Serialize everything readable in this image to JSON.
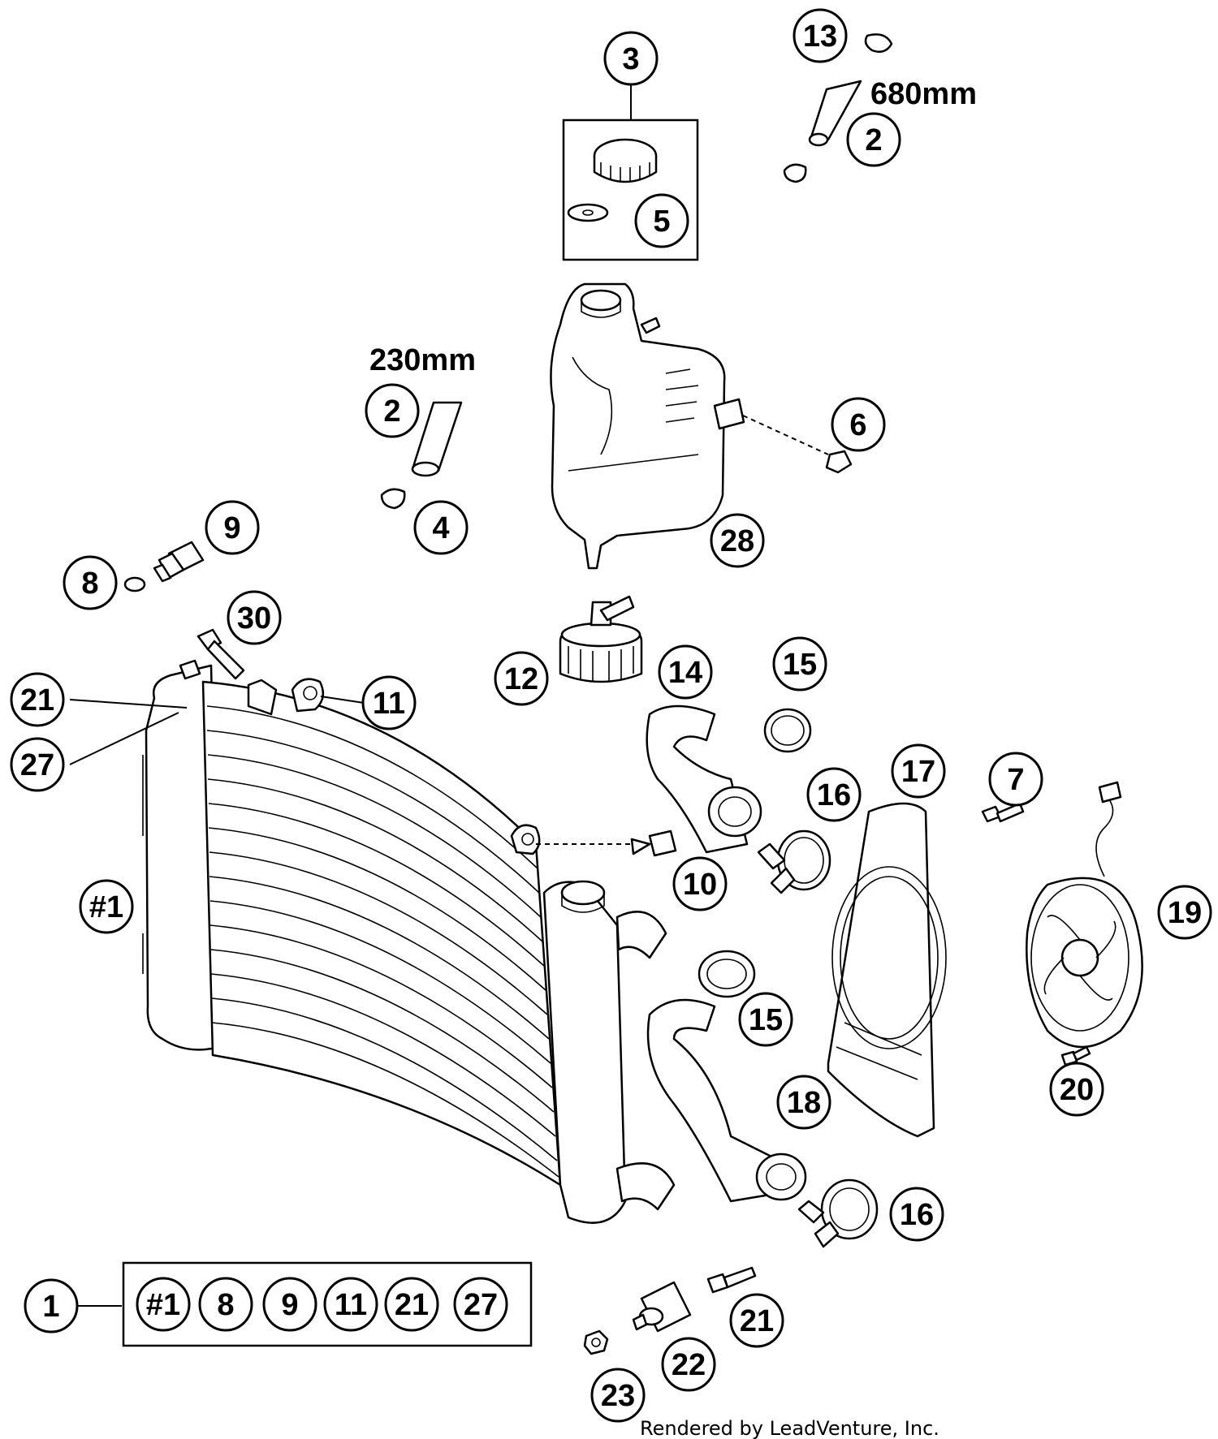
{
  "diagram": {
    "callouts": [
      {
        "id": "c3",
        "label": "3"
      },
      {
        "id": "c5",
        "label": "5"
      },
      {
        "id": "c13",
        "label": "13"
      },
      {
        "id": "c2a",
        "label": "2"
      },
      {
        "id": "c2b",
        "label": "2"
      },
      {
        "id": "c4",
        "label": "4"
      },
      {
        "id": "c6",
        "label": "6"
      },
      {
        "id": "c28",
        "label": "28"
      },
      {
        "id": "c9",
        "label": "9"
      },
      {
        "id": "c8",
        "label": "8"
      },
      {
        "id": "c30",
        "label": "30"
      },
      {
        "id": "c12",
        "label": "12"
      },
      {
        "id": "c14",
        "label": "14"
      },
      {
        "id": "c15a",
        "label": "15"
      },
      {
        "id": "c21a",
        "label": "21"
      },
      {
        "id": "c27",
        "label": "27"
      },
      {
        "id": "c11",
        "label": "11"
      },
      {
        "id": "c17",
        "label": "17"
      },
      {
        "id": "c7",
        "label": "7"
      },
      {
        "id": "c16a",
        "label": "16"
      },
      {
        "id": "c10",
        "label": "10"
      },
      {
        "id": "c19",
        "label": "19"
      },
      {
        "id": "cH1",
        "label": "#1"
      },
      {
        "id": "c15b",
        "label": "15"
      },
      {
        "id": "c20",
        "label": "20"
      },
      {
        "id": "c18",
        "label": "18"
      },
      {
        "id": "c16b",
        "label": "16"
      },
      {
        "id": "c1",
        "label": "1"
      },
      {
        "id": "c21b",
        "label": "21"
      },
      {
        "id": "c22",
        "label": "22"
      },
      {
        "id": "c23",
        "label": "23"
      }
    ],
    "kit_box_items": [
      "#1",
      "8",
      "9",
      "11",
      "21",
      "27"
    ],
    "dimensions": {
      "hose_long": "680mm",
      "hose_short": "230mm"
    },
    "footer": "Rendered by LeadVenture, Inc."
  }
}
